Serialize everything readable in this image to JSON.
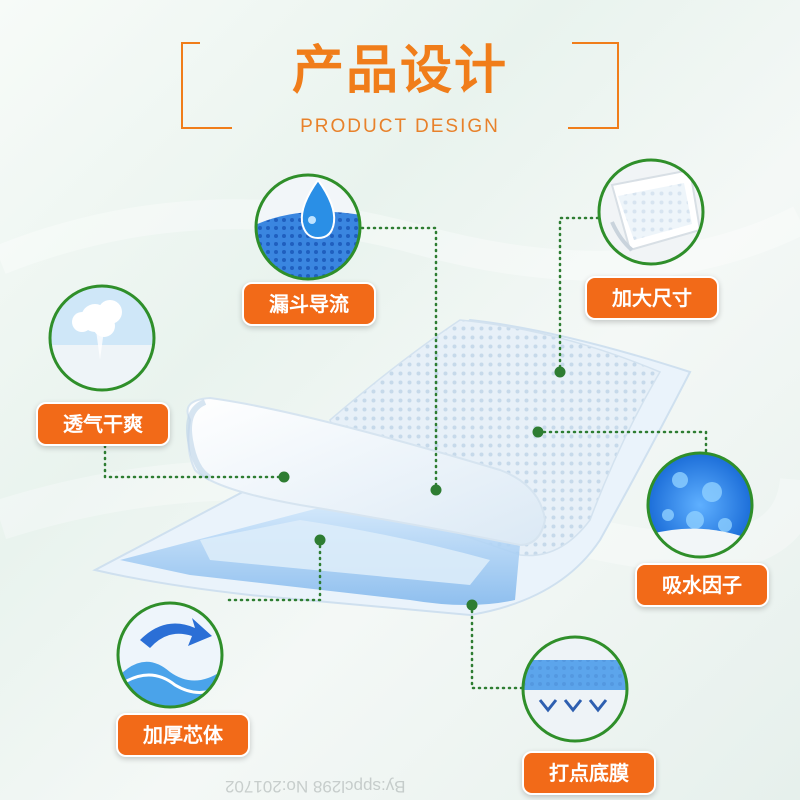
{
  "header": {
    "title": "产品设计",
    "subtitle": "PRODUCT DESIGN"
  },
  "features": [
    {
      "label": "漏斗导流",
      "icon": "water-drop-icon"
    },
    {
      "label": "加大尺寸",
      "icon": "pad-corner-icon"
    },
    {
      "label": "透气干爽",
      "icon": "steam-icon"
    },
    {
      "label": "吸水因子",
      "icon": "blue-polymer-icon"
    },
    {
      "label": "加厚芯体",
      "icon": "wave-arrow-icon"
    },
    {
      "label": "打点底膜",
      "icon": "dotted-film-icon"
    }
  ],
  "watermark": "By:sppcl298 No:201702",
  "colors": {
    "accent": "#f26a18",
    "title": "#f07d1a",
    "ring": "#2f8f2a",
    "dot": "#2e7d32"
  }
}
